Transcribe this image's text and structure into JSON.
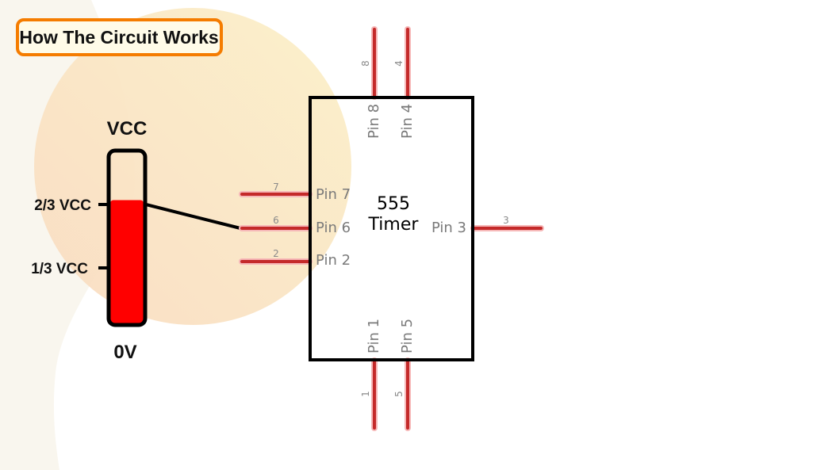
{
  "title": "How The Circuit Works",
  "gauge": {
    "top_label": "VCC",
    "bottom_label": "0V",
    "tick_upper": "2/3 VCC",
    "tick_lower": "1/3 VCC",
    "fill_fraction": 0.72,
    "fill_color": "#ff0000"
  },
  "chip": {
    "name_line1": "555",
    "name_line2": "Timer",
    "pins": {
      "p7": {
        "label": "Pin 7",
        "number": "7"
      },
      "p6": {
        "label": "Pin 6",
        "number": "6"
      },
      "p2": {
        "label": "Pin 2",
        "number": "2"
      },
      "p3": {
        "label": "Pin 3",
        "number": "3"
      },
      "p8": {
        "label": "Pin 8",
        "number": "8"
      },
      "p4": {
        "label": "Pin 4",
        "number": "4"
      },
      "p1": {
        "label": "Pin 1",
        "number": "1"
      },
      "p5": {
        "label": "Pin 5",
        "number": "5"
      }
    }
  },
  "colors": {
    "accent": "#f57c00",
    "wire": "#c42a2a"
  }
}
